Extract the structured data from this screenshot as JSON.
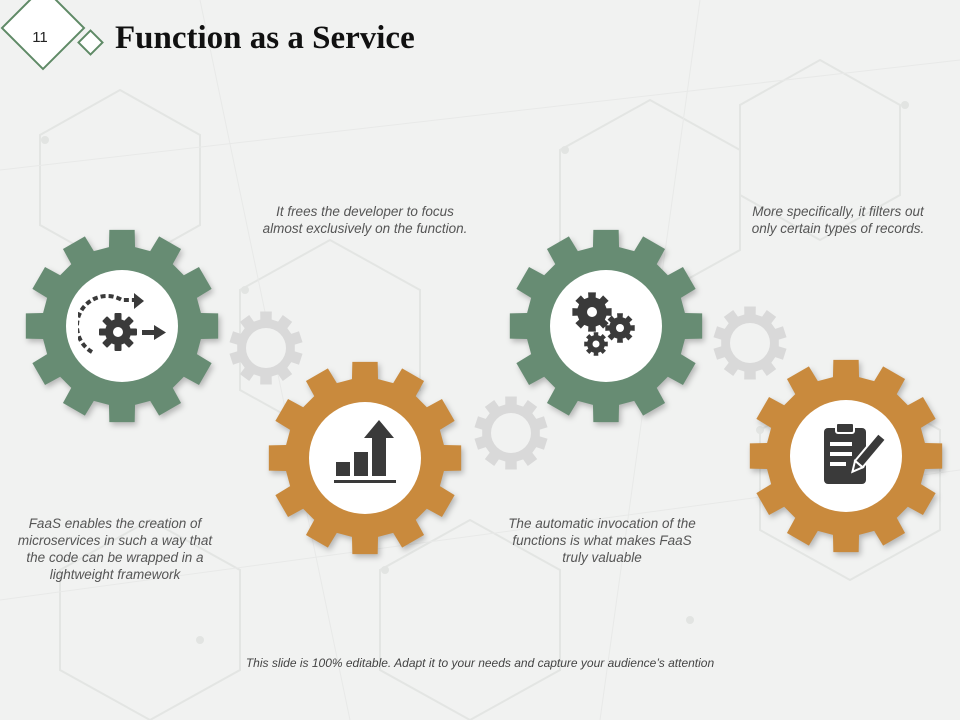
{
  "slide": {
    "number": "11",
    "title": "Function as a Service",
    "footer": "This slide is 100% editable. Adapt it to your needs and capture your audience’s attention"
  },
  "captions": {
    "frees_developer": "It frees the developer to focus almost exclusively on the function.",
    "filters_records": "More specifically, it filters out only certain types of records.",
    "microservices": "FaaS enables the creation of microservices in such a way that the code can be wrapped in a lightweight  framework",
    "automatic_invocation": "The automatic invocation of the functions is what makes FaaS truly valuable"
  },
  "colors": {
    "green_gear": "#678c73",
    "orange_gear": "#c98a3d",
    "grey_gear": "#d9d9d9",
    "accent": "#5f8a66",
    "icon": "#3a3a3a"
  },
  "icons": {
    "gear1": "gear-cycle-arrow-icon",
    "gear2": "bar-chart-arrow-icon",
    "gear3": "gears-cluster-icon",
    "gear4": "clipboard-pen-icon"
  }
}
